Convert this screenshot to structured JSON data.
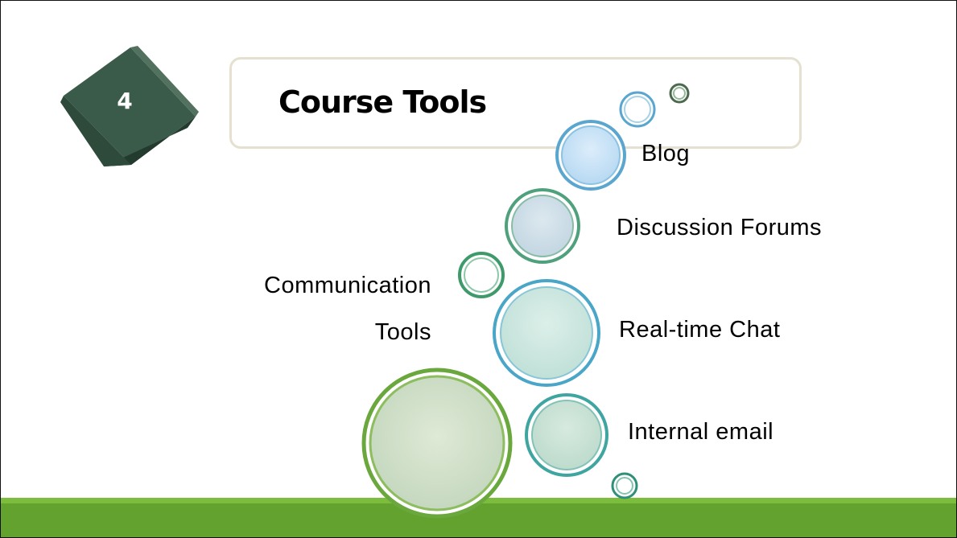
{
  "slide": {
    "number": "4",
    "title": "Course Tools"
  },
  "diagram": {
    "root": {
      "line1": "Communication",
      "line2": "Tools"
    },
    "items": [
      {
        "label": "Blog"
      },
      {
        "label": "Discussion Forums"
      },
      {
        "label": "Real-time Chat"
      },
      {
        "label": "Internal email"
      }
    ]
  },
  "colors": {
    "ground": "#63a22f",
    "ground_highlight": "#7cbd3e",
    "cube": "#3b5b4a",
    "title_border": "#e5e0d0"
  }
}
